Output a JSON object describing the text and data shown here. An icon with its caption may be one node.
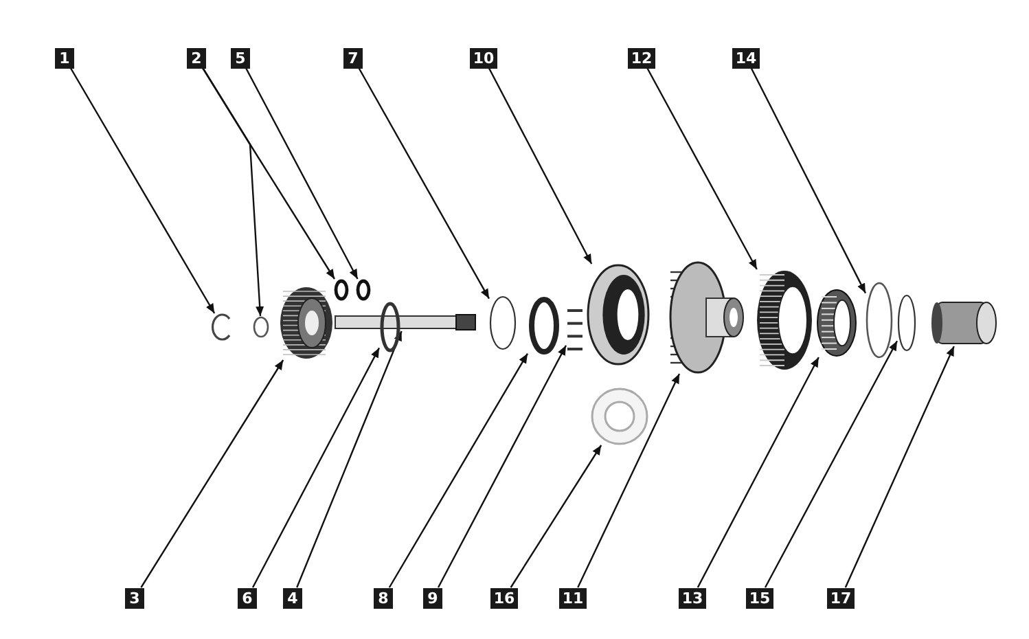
{
  "diagram": {
    "nodes": [
      {
        "text": [
          "1"
        ]
      },
      {
        "text": [
          "2"
        ]
      },
      {
        "text": [
          "5"
        ]
      },
      {
        "text": [
          "7"
        ]
      },
      {
        "text": [
          "10"
        ]
      },
      {
        "text": [
          "12"
        ]
      },
      {
        "text": [
          "14"
        ]
      },
      {
        "text": [
          "3"
        ]
      },
      {
        "text": [
          "6"
        ]
      },
      {
        "text": [
          "4"
        ]
      },
      {
        "text": [
          "8"
        ]
      },
      {
        "text": [
          "9"
        ]
      },
      {
        "text": [
          "16"
        ]
      },
      {
        "text": [
          "11"
        ]
      },
      {
        "text": [
          "13"
        ]
      },
      {
        "text": [
          "15"
        ]
      },
      {
        "text": [
          "17"
        ]
      },
      {
        "text": [],
        "shape": "ring"
      },
      {
        "text": [],
        "shape": "ring"
      },
      {
        "text": [],
        "shape": "picture"
      },
      {
        "text": [],
        "shape": "ring"
      },
      {
        "text": [],
        "shape": "ring"
      },
      {
        "text": [],
        "shape": "bar"
      },
      {
        "text": [],
        "shape": "ring"
      },
      {
        "text": [],
        "shape": "ring"
      },
      {
        "text": [],
        "shape": "ring"
      },
      {
        "text": [],
        "shape": "picture"
      },
      {
        "text": [],
        "shape": "picture"
      },
      {
        "text": [],
        "shape": "ring"
      },
      {
        "text": [],
        "shape": "picture"
      },
      {
        "text": [],
        "shape": "picture"
      },
      {
        "text": [],
        "shape": "picture"
      },
      {
        "text": [],
        "shape": "ring"
      },
      {
        "text": [],
        "shape": "ring"
      },
      {
        "text": [],
        "shape": "cylinder"
      }
    ],
    "edges": [
      {
        "from": 0,
        "to": 17,
        "arrow": "to"
      },
      {
        "from": 1,
        "to": 18,
        "arrow": "to"
      },
      {
        "from": 1,
        "to": 20,
        "arrow": "to"
      },
      {
        "from": 2,
        "to": 21,
        "arrow": "to"
      },
      {
        "from": 3,
        "to": 24,
        "arrow": "to"
      },
      {
        "from": 4,
        "to": 26,
        "arrow": "to"
      },
      {
        "from": 5,
        "to": 30,
        "arrow": "to"
      },
      {
        "from": 6,
        "to": 32,
        "arrow": "to"
      },
      {
        "from": 7,
        "to": 19,
        "arrow": "to"
      },
      {
        "from": 8,
        "to": 23,
        "arrow": "to"
      },
      {
        "from": 9,
        "to": 22,
        "arrow": "to"
      },
      {
        "from": 10,
        "to": 25,
        "arrow": "to"
      },
      {
        "from": 11,
        "to": 27,
        "arrow": "to"
      },
      {
        "from": 12,
        "to": 28,
        "arrow": "to"
      },
      {
        "from": 13,
        "to": 29,
        "arrow": "to"
      },
      {
        "from": 14,
        "to": 31,
        "arrow": "to"
      },
      {
        "from": 15,
        "to": 33,
        "arrow": "to"
      },
      {
        "from": 16,
        "to": 34,
        "arrow": "to"
      }
    ]
  }
}
